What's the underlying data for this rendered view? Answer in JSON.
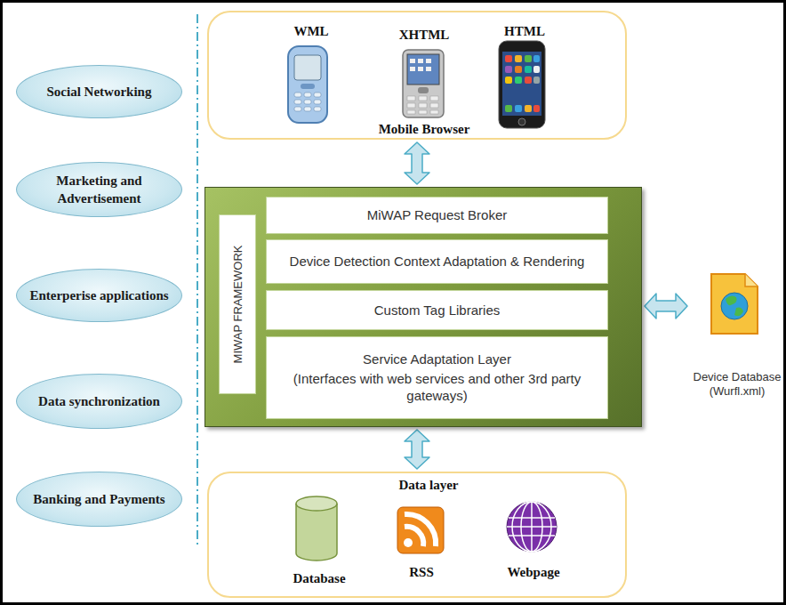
{
  "diagram": {
    "nodes": [
      {
        "text": [
          "Social Networking"
        ]
      },
      {
        "text": [
          "Marketing and Advertisement"
        ]
      },
      {
        "text": [
          "Enterperise applications"
        ]
      },
      {
        "text": [
          "Data synchronization"
        ]
      },
      {
        "text": [
          "Banking and Payments"
        ]
      },
      {
        "text": [
          "WML",
          "XHTML",
          "HTML",
          "Mobile Browser"
        ]
      },
      {
        "text": [
          "MIWAP FRAMEWORK"
        ]
      },
      {
        "text": [
          "MiWAP Request Broker"
        ],
        "in": 6
      },
      {
        "text": [
          "Device Detection Context Adaptation & Rendering"
        ],
        "in": 6
      },
      {
        "text": [
          "Custom Tag Libraries"
        ],
        "in": 6
      },
      {
        "text": [
          "Service Adaptation Layer",
          "(Interfaces with web services and other 3rd party gateways)"
        ],
        "in": 6
      },
      {
        "text": [
          "Device Database (Wurfl.xml)"
        ]
      },
      {
        "text": [
          "Data layer",
          "Database",
          "RSS",
          "Webpage"
        ]
      }
    ],
    "edges": [
      {
        "from": 5,
        "to": 6,
        "arrow": "both"
      },
      {
        "from": 6,
        "to": 11,
        "arrow": "both"
      },
      {
        "from": 6,
        "to": 12,
        "arrow": "both"
      }
    ]
  }
}
